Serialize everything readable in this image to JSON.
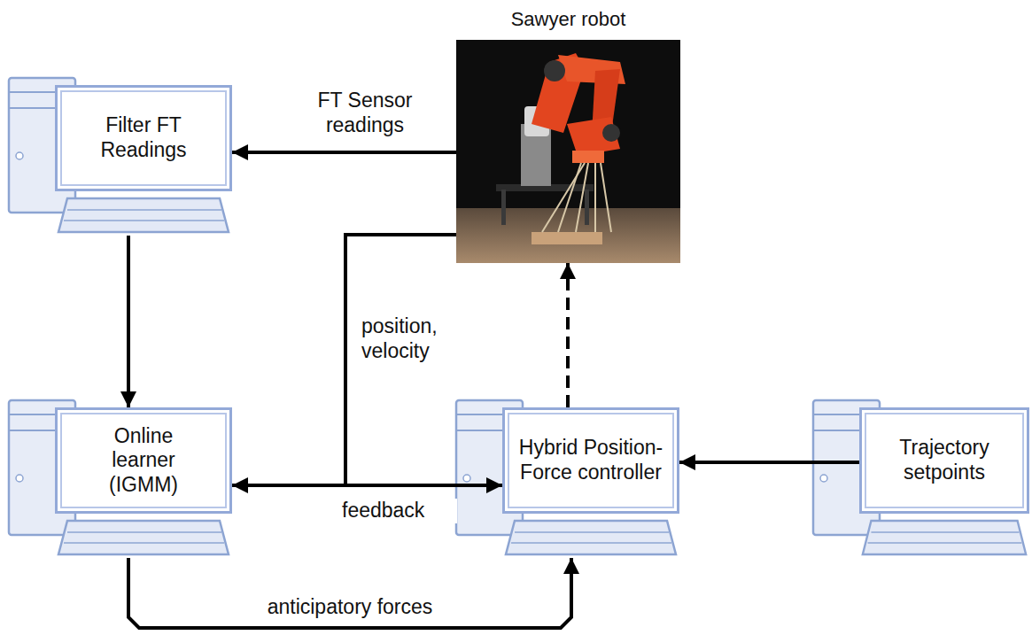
{
  "diagram": {
    "nodes": [
      {
        "text": [
          "Sawyer robot"
        ]
      },
      {
        "text": [
          "Filter FT Readings"
        ]
      },
      {
        "text": [
          "Online learner (IGMM)"
        ]
      },
      {
        "text": [
          "Hybrid Position-Force controller"
        ]
      },
      {
        "text": [
          "Trajectory setpoints"
        ]
      }
    ],
    "edges": [
      {
        "from": 0,
        "to": 1,
        "label": "FT Sensor readings",
        "arrow": "to"
      },
      {
        "from": 1,
        "to": 2,
        "arrow": "to"
      },
      {
        "from": 0,
        "to": 2,
        "arrow": "to"
      },
      {
        "from": 0,
        "to": 3,
        "arrow": "to"
      },
      {
        "from": 3,
        "to": 0,
        "arrow": "to"
      },
      {
        "from": 4,
        "to": 3,
        "arrow": "to"
      },
      {
        "from": 2,
        "to": 3,
        "label": "anticipatory forces",
        "arrow": "to"
      }
    ],
    "labels": [
      "position, velocity",
      "feedback"
    ]
  }
}
